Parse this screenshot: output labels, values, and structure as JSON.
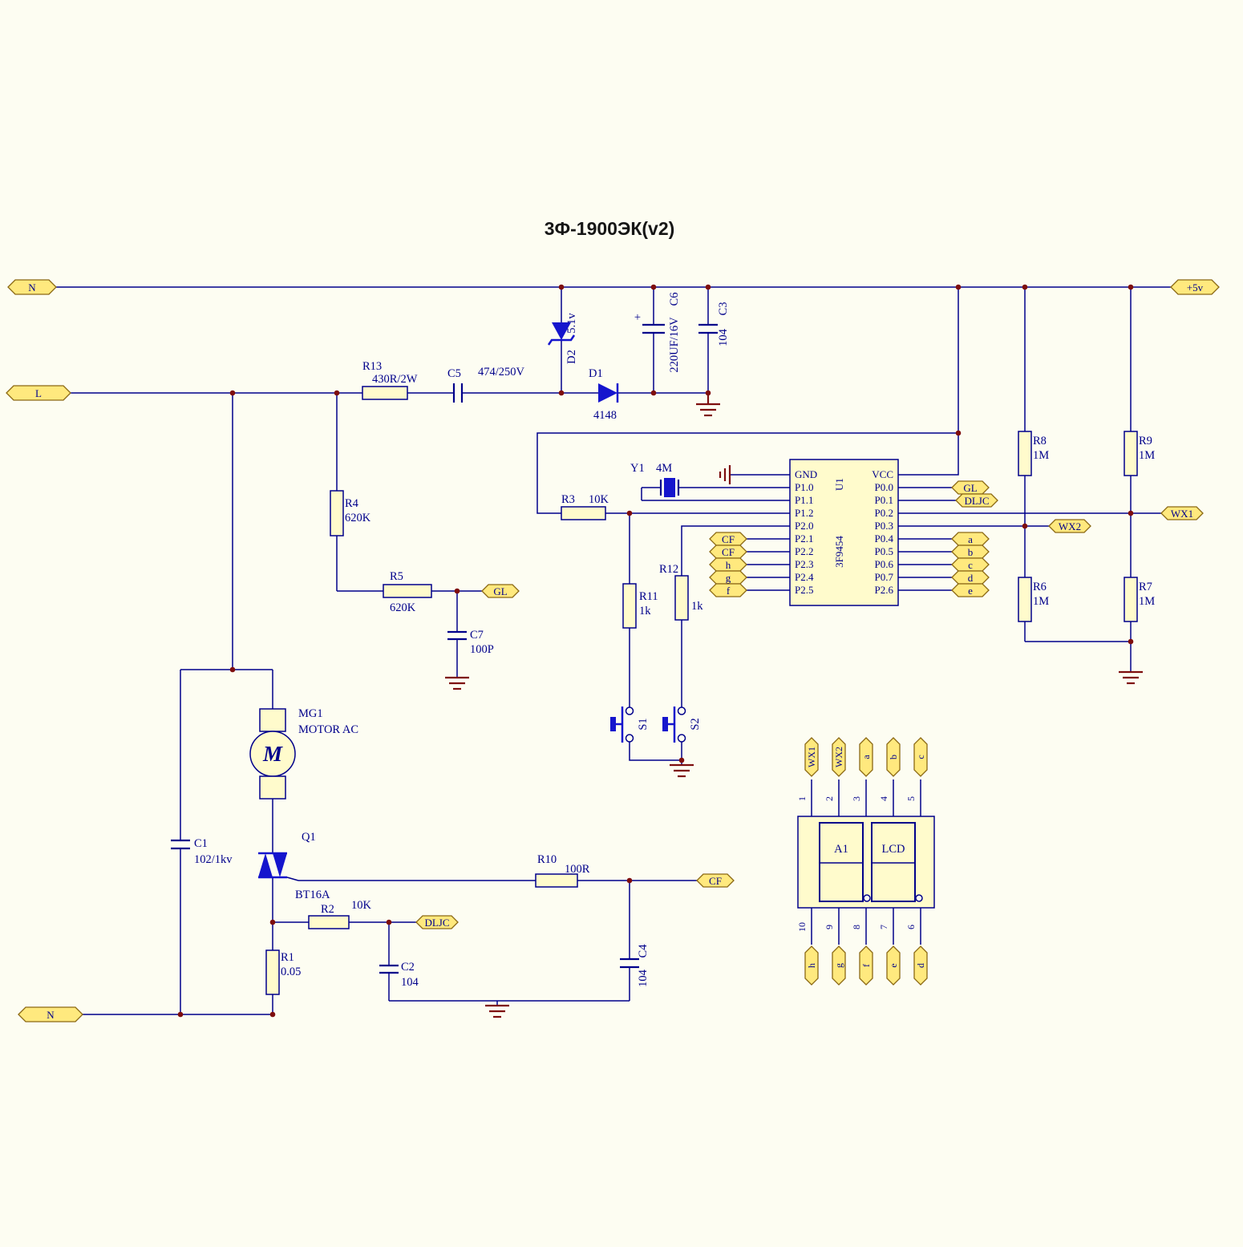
{
  "title": "3Ф-1900ЭК(v2)",
  "power": {
    "n_top": "N",
    "plus5": "+5v",
    "l": "L",
    "n_bottom": "N"
  },
  "u1": {
    "ref": "U1",
    "part": "3F9454",
    "left_pins": [
      "GND",
      "P1.0",
      "P1.1",
      "P1.2",
      "P2.0",
      "P2.1",
      "P2.2",
      "P2.3",
      "P2.4",
      "P2.5"
    ],
    "right_pins": [
      "VCC",
      "P0.0",
      "P0.1",
      "P0.2",
      "P0.3",
      "P0.4",
      "P0.5",
      "P0.6",
      "P0.7",
      "P2.6"
    ]
  },
  "components": {
    "r13": {
      "ref": "R13",
      "value": "430R/2W"
    },
    "c5": {
      "ref": "C5",
      "value": "474/250V"
    },
    "d2": {
      "ref": "D2",
      "value": "5.1v"
    },
    "d1": {
      "ref": "D1",
      "value": "4148"
    },
    "c6": {
      "ref": "C6",
      "value": "220UF/16V",
      "polarity": "+"
    },
    "c3": {
      "ref": "C3",
      "value": "104"
    },
    "r4": {
      "ref": "R4",
      "value": "620K"
    },
    "r5": {
      "ref": "R5",
      "value": "620K"
    },
    "c7": {
      "ref": "C7",
      "value": "100P"
    },
    "r3": {
      "ref": "R3",
      "value": "10K"
    },
    "y1": {
      "ref": "Y1",
      "value": "4M"
    },
    "r11": {
      "ref": "R11",
      "value": "1k"
    },
    "r12": {
      "ref": "R12",
      "value": "1k"
    },
    "s1": {
      "ref": "S1"
    },
    "s2": {
      "ref": "S2"
    },
    "r8": {
      "ref": "R8",
      "value": "1M"
    },
    "r9": {
      "ref": "R9",
      "value": "1M"
    },
    "r6": {
      "ref": "R6",
      "value": "1M"
    },
    "r7": {
      "ref": "R7",
      "value": "1M"
    },
    "mg1": {
      "ref": "MG1",
      "value": "MOTOR AC",
      "symbol": "M"
    },
    "c1": {
      "ref": "C1",
      "value": "102/1kv"
    },
    "q1": {
      "ref": "Q1",
      "value": "BT16A"
    },
    "r10": {
      "ref": "R10",
      "value": "100R"
    },
    "r2": {
      "ref": "R2",
      "value": "10K"
    },
    "r1": {
      "ref": "R1",
      "value": "0.05"
    },
    "c2": {
      "ref": "C2",
      "value": "104"
    },
    "c4": {
      "ref": "C4",
      "value": "104"
    },
    "a1": {
      "ref": "A1",
      "value": "LCD"
    }
  },
  "nets": {
    "gl": "GL",
    "dljc": "DLJC",
    "cf": "CF",
    "wx1": "WX1",
    "wx2": "WX2",
    "a": "a",
    "b": "b",
    "c": "c",
    "d": "d",
    "e": "e",
    "f": "f",
    "g": "g",
    "h": "h"
  },
  "lcd_pins": {
    "top": [
      "1",
      "2",
      "3",
      "4",
      "5"
    ],
    "bottom": [
      "10",
      "9",
      "8",
      "7",
      "6"
    ]
  }
}
